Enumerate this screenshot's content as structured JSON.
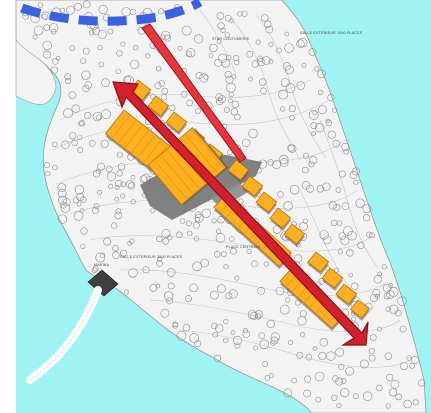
{
  "map": {
    "labels": {
      "north_small": "STAR COSTUMERIE",
      "northeast_small": "SALLE EXTERIEUR 1000 PLACES",
      "central_small": "SALLE EXTERIEUR 3000 PLACES",
      "plaza_small": "PLACE CENTRALE",
      "bay_small": "MARINA"
    },
    "colors": {
      "sea": "#9ff3f3",
      "land": "#f3f3f3",
      "building": "#ffb020",
      "building_outline": "#b86d00",
      "axis_main": "#d4202a",
      "axis_outline": "#8a0f16",
      "axis_north": "#e8353c",
      "boundary": "#3a62e0",
      "plaza": "#777777",
      "pier": "#ffffff"
    },
    "icons": [
      "double-arrow-icon",
      "route-arrow-icon",
      "dashed-boundary-icon",
      "tree-dot-icon"
    ]
  }
}
